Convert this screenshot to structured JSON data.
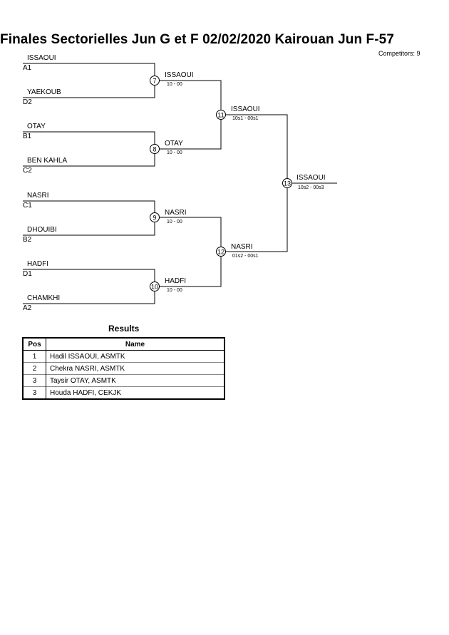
{
  "header": {
    "title": "Finales Sectorielles Jun G et F  02/02/2020  Kairouan   Jun F-57",
    "competitors": "Competitors: 9"
  },
  "bracket": {
    "players": [
      {
        "name": "ISSAOUI",
        "seed": "A1"
      },
      {
        "name": "YAEKOUB",
        "seed": "D2"
      },
      {
        "name": "OTAY",
        "seed": "B1"
      },
      {
        "name": "BEN KAHLA",
        "seed": "C2"
      },
      {
        "name": "NASRI",
        "seed": "C1"
      },
      {
        "name": "DHOUIBI",
        "seed": "B2"
      },
      {
        "name": "HADFI",
        "seed": "D1"
      },
      {
        "name": "CHAMKHI",
        "seed": "A2"
      }
    ],
    "matches": [
      {
        "number": "7",
        "winner": "ISSAOUI",
        "score": "10 - 00"
      },
      {
        "number": "8",
        "winner": "OTAY",
        "score": "10 - 00"
      },
      {
        "number": "9",
        "winner": "NASRI",
        "score": "10 - 00"
      },
      {
        "number": "10",
        "winner": "HADFI",
        "score": "10 - 00"
      },
      {
        "number": "11",
        "winner": "ISSAOUI",
        "score": "10s1 - 00s1"
      },
      {
        "number": "12",
        "winner": "NASRI",
        "score": "01s2 - 00s1"
      },
      {
        "number": "13",
        "winner": "ISSAOUI",
        "score": "10s2 - 00s3"
      }
    ]
  },
  "results": {
    "title": "Results",
    "headers": {
      "pos": "Pos",
      "name": "Name"
    },
    "rows": [
      {
        "pos": "1",
        "name": "Hadil ISSAOUI, ASMTK"
      },
      {
        "pos": "2",
        "name": "Chekra NASRI, ASMTK"
      },
      {
        "pos": "3",
        "name": "Taysir OTAY, ASMTK"
      },
      {
        "pos": "3",
        "name": "Houda HADFI, CEKJK"
      }
    ]
  }
}
